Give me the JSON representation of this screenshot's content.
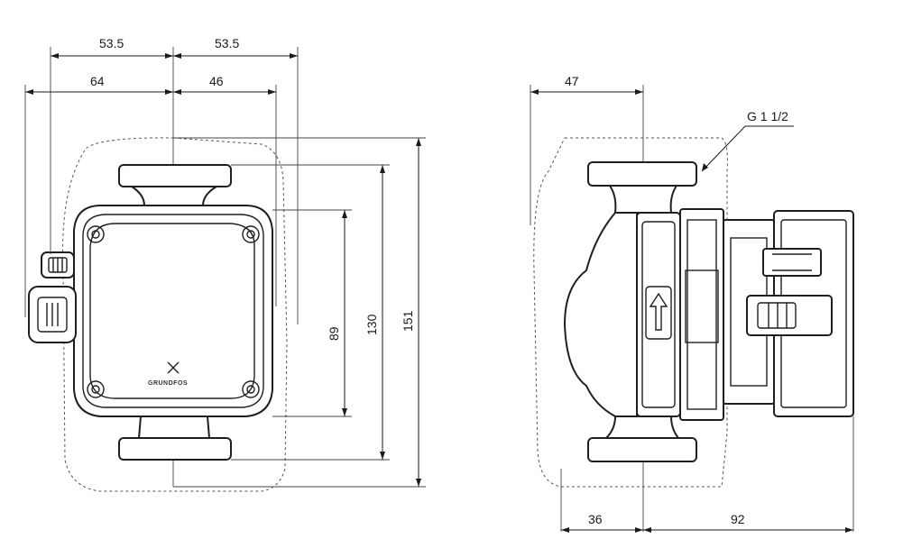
{
  "front_view": {
    "dims": {
      "top_left": "53.5",
      "top_right": "53.5",
      "mid_left": "64",
      "mid_right": "46",
      "height_inner": "89",
      "height_mid": "130",
      "height_total": "151"
    },
    "logo_text": "GRUNDFOS"
  },
  "side_view": {
    "dims": {
      "top_left": "47",
      "bottom_left": "36",
      "bottom_right": "92"
    },
    "thread_label": "G 1 1/2"
  }
}
